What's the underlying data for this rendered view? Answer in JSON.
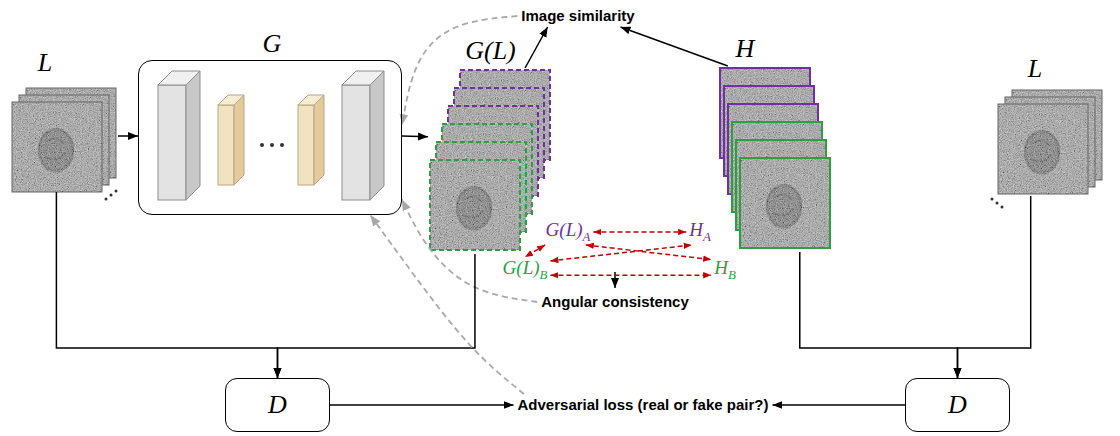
{
  "diagram": {
    "nodes": [
      {
        "text": [
          "L"
        ]
      },
      {
        "text": [
          "G"
        ]
      },
      {
        "text": [
          "G(L)"
        ]
      },
      {
        "text": [
          "Image similarity"
        ]
      },
      {
        "text": [
          "H"
        ]
      },
      {
        "text": [
          "L"
        ]
      },
      {
        "text": [
          "G(L)",
          "A"
        ]
      },
      {
        "text": [
          "H",
          "A"
        ]
      },
      {
        "text": [
          "G(L)",
          "B"
        ]
      },
      {
        "text": [
          "H",
          "B"
        ]
      },
      {
        "text": [
          "Angular consistency"
        ]
      },
      {
        "text": [
          "D"
        ]
      },
      {
        "text": [
          "Adversarial loss (real or fake pair?)"
        ]
      },
      {
        "text": [
          "D"
        ]
      }
    ],
    "edges": [
      {
        "from": 0,
        "to": 1,
        "arrow": "to"
      },
      {
        "from": 1,
        "to": 2,
        "arrow": "to"
      },
      {
        "from": 2,
        "to": 3,
        "arrow": "to"
      },
      {
        "from": 4,
        "to": 3,
        "arrow": "to"
      },
      {
        "from": 3,
        "to": 1,
        "arrow": "to"
      },
      {
        "from": 6,
        "to": 7,
        "arrow": "both"
      },
      {
        "from": 6,
        "to": 8,
        "arrow": "both"
      },
      {
        "from": 8,
        "to": 9,
        "arrow": "both"
      },
      {
        "from": 6,
        "to": 9,
        "arrow": "both"
      },
      {
        "from": 8,
        "to": 7,
        "arrow": "both"
      },
      {
        "from": 10,
        "to": 1,
        "arrow": "to"
      },
      {
        "from": 0,
        "to": 11,
        "arrow": "to"
      },
      {
        "from": 2,
        "to": 11,
        "arrow": "to"
      },
      {
        "from": 4,
        "to": 13,
        "arrow": "to"
      },
      {
        "from": 5,
        "to": 13,
        "arrow": "to"
      },
      {
        "from": 11,
        "to": 12,
        "arrow": "to"
      },
      {
        "from": 13,
        "to": 12,
        "arrow": "to"
      },
      {
        "from": 12,
        "to": 1,
        "arrow": "to"
      }
    ]
  }
}
